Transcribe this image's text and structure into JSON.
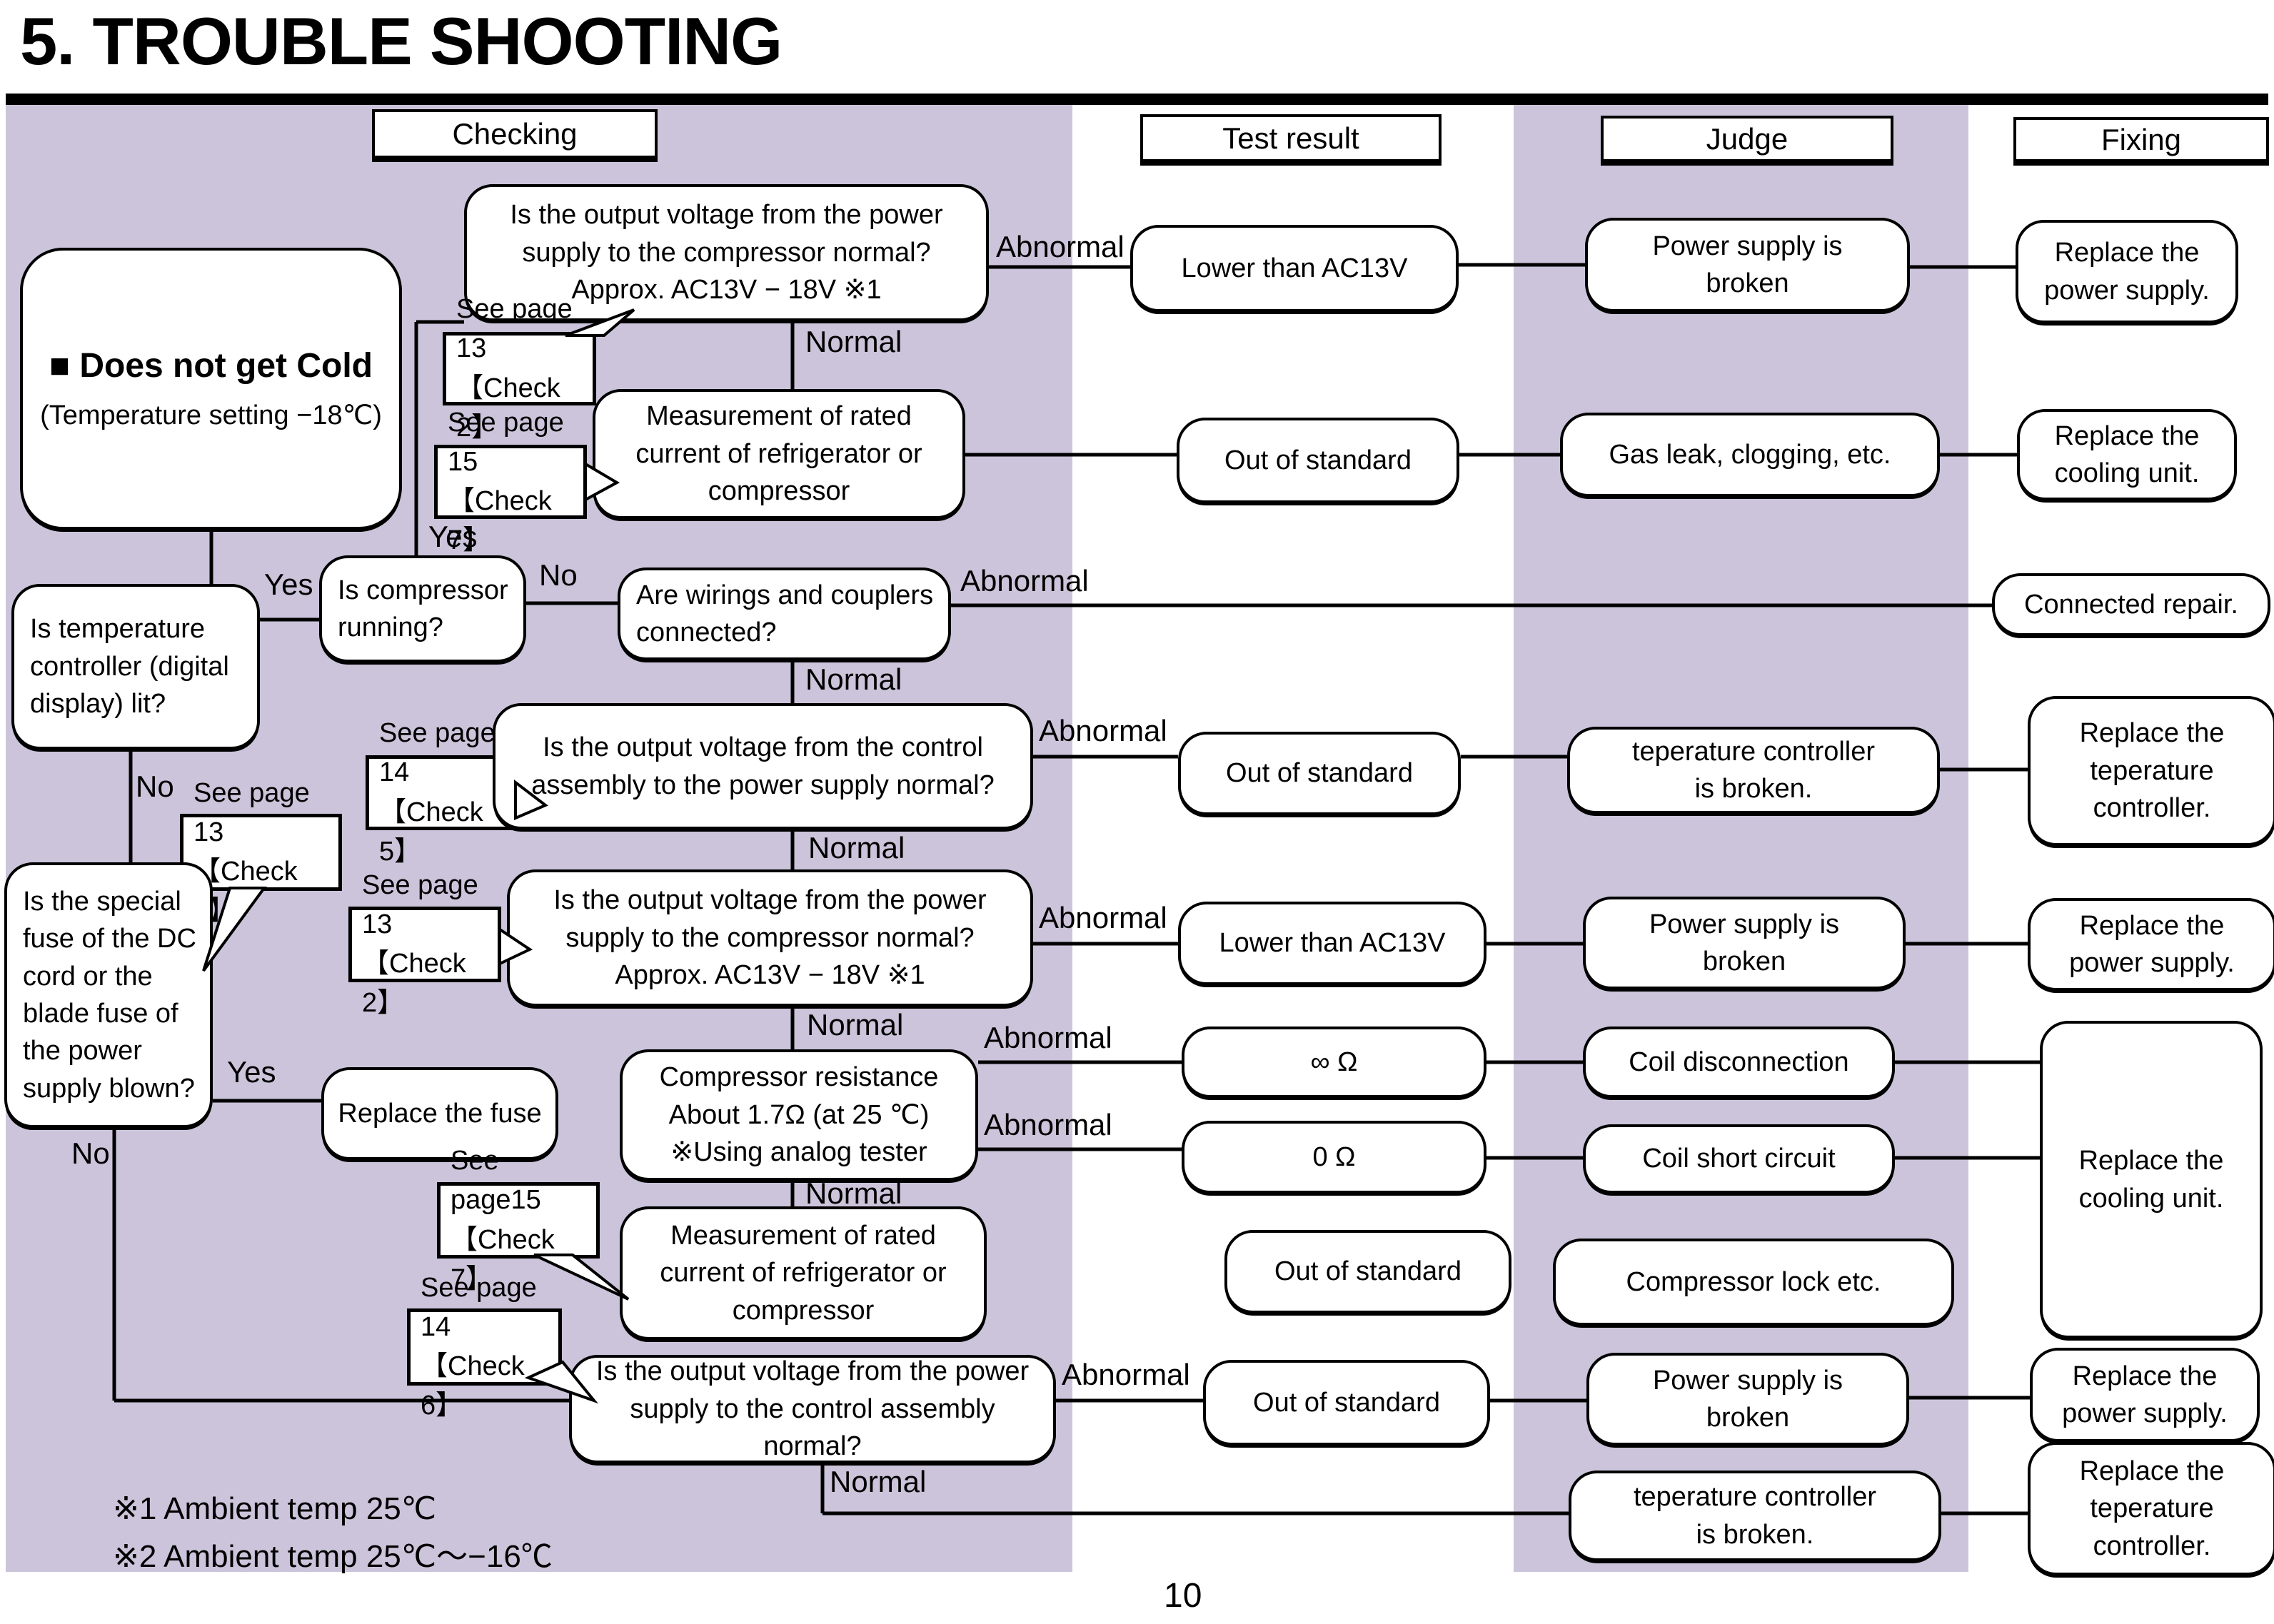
{
  "title": "5. TROUBLE SHOOTING",
  "page_number": "10",
  "colors": {
    "band": "#cbc4da"
  },
  "headers": {
    "checking": "Checking",
    "test_result": "Test result",
    "judge": "Judge",
    "fixing": "Fixing"
  },
  "start": {
    "heading": "■ Does not get Cold",
    "subheading": "(Temperature setting −18℃)"
  },
  "questions": {
    "power_to_compressor_1": "Is the output voltage from the power\nsupply to the compressor normal?\nApprox. AC13V − 18V ※1",
    "measurement_rated_1": "Measurement of rated\ncurrent of refrigerator or\ncompressor",
    "temp_controller_lit": "Is temperature\ncontroller (digital\ndisplay) lit?",
    "compressor_running": "Is compressor\nrunning?",
    "wirings_connected": "Are wirings and couplers\nconnected?",
    "control_assembly_1": "Is the output voltage from the control\nassembly to the power supply normal?",
    "power_to_compressor_2": "Is the output voltage from the power\nsupply to the compressor normal?\nApprox. AC13V − 18V ※1",
    "special_fuse_blown": "Is the special\nfuse of the DC\ncord or the\nblade fuse of\nthe power\nsupply blown?",
    "compressor_resistance": "Compressor resistance\nAbout 1.7Ω (at 25 ℃)\n※Using analog tester",
    "measurement_rated_2": "Measurement of rated\ncurrent of refrigerator or\ncompressor",
    "control_assembly_2": "Is the output voltage from the power\nsupply to the control assembly normal?"
  },
  "results": {
    "lower_than_ac13v_1": "Lower than AC13V",
    "out_of_standard_1": "Out of standard",
    "out_of_standard_2": "Out of standard",
    "lower_than_ac13v_2": "Lower than AC13V",
    "infinite_ohm": "∞ Ω",
    "zero_ohm": "0 Ω",
    "out_of_standard_3": "Out of standard",
    "out_of_standard_4": "Out of standard"
  },
  "judges": {
    "power_supply_broken_1": "Power supply is\nbroken",
    "gas_leak": "Gas leak, clogging, etc.",
    "temp_controller_broken_1": "teperature controller\nis broken.",
    "power_supply_broken_2": "Power supply is\nbroken",
    "coil_disconnection": "Coil disconnection",
    "coil_short_circuit": "Coil short circuit",
    "compressor_lock": "Compressor lock etc.",
    "power_supply_broken_3": "Power supply is\nbroken",
    "temp_controller_broken_2": "teperature controller\nis broken."
  },
  "fixes": {
    "replace_power_supply_1": "Replace the\npower supply.",
    "replace_cooling_unit_1": "Replace the\ncooling unit.",
    "connected_repair": "Connected repair.",
    "replace_temp_controller_1": "Replace the\nteperature\ncontroller.",
    "replace_power_supply_2": "Replace the\npower supply.",
    "replace_cooling_unit_2": "Replace the\ncooling unit.",
    "replace_power_supply_3": "Replace the\npower supply.",
    "replace_temp_controller_2": "Replace the\nteperature\ncontroller."
  },
  "actions": {
    "replace_fuse": "Replace the fuse"
  },
  "callouts": {
    "check1": "See page 13\n【Check 1】",
    "check2_a": "See page 13\n【Check 2】",
    "check2_b": "See page 13\n【Check 2】",
    "check5": "See page 14\n【Check 5】",
    "check6": "See page 14\n【Check 6】",
    "check7_a": "See page 15\n【Check 7】",
    "check7_b": "See page15\n【Check 7】"
  },
  "labels": {
    "abnormal": "Abnormal",
    "normal": "Normal",
    "yes": "Yes",
    "no": "No"
  },
  "notes": {
    "note1": "※1 Ambient temp  25℃",
    "note2": "※2 Ambient temp  25℃〜−16℃"
  }
}
